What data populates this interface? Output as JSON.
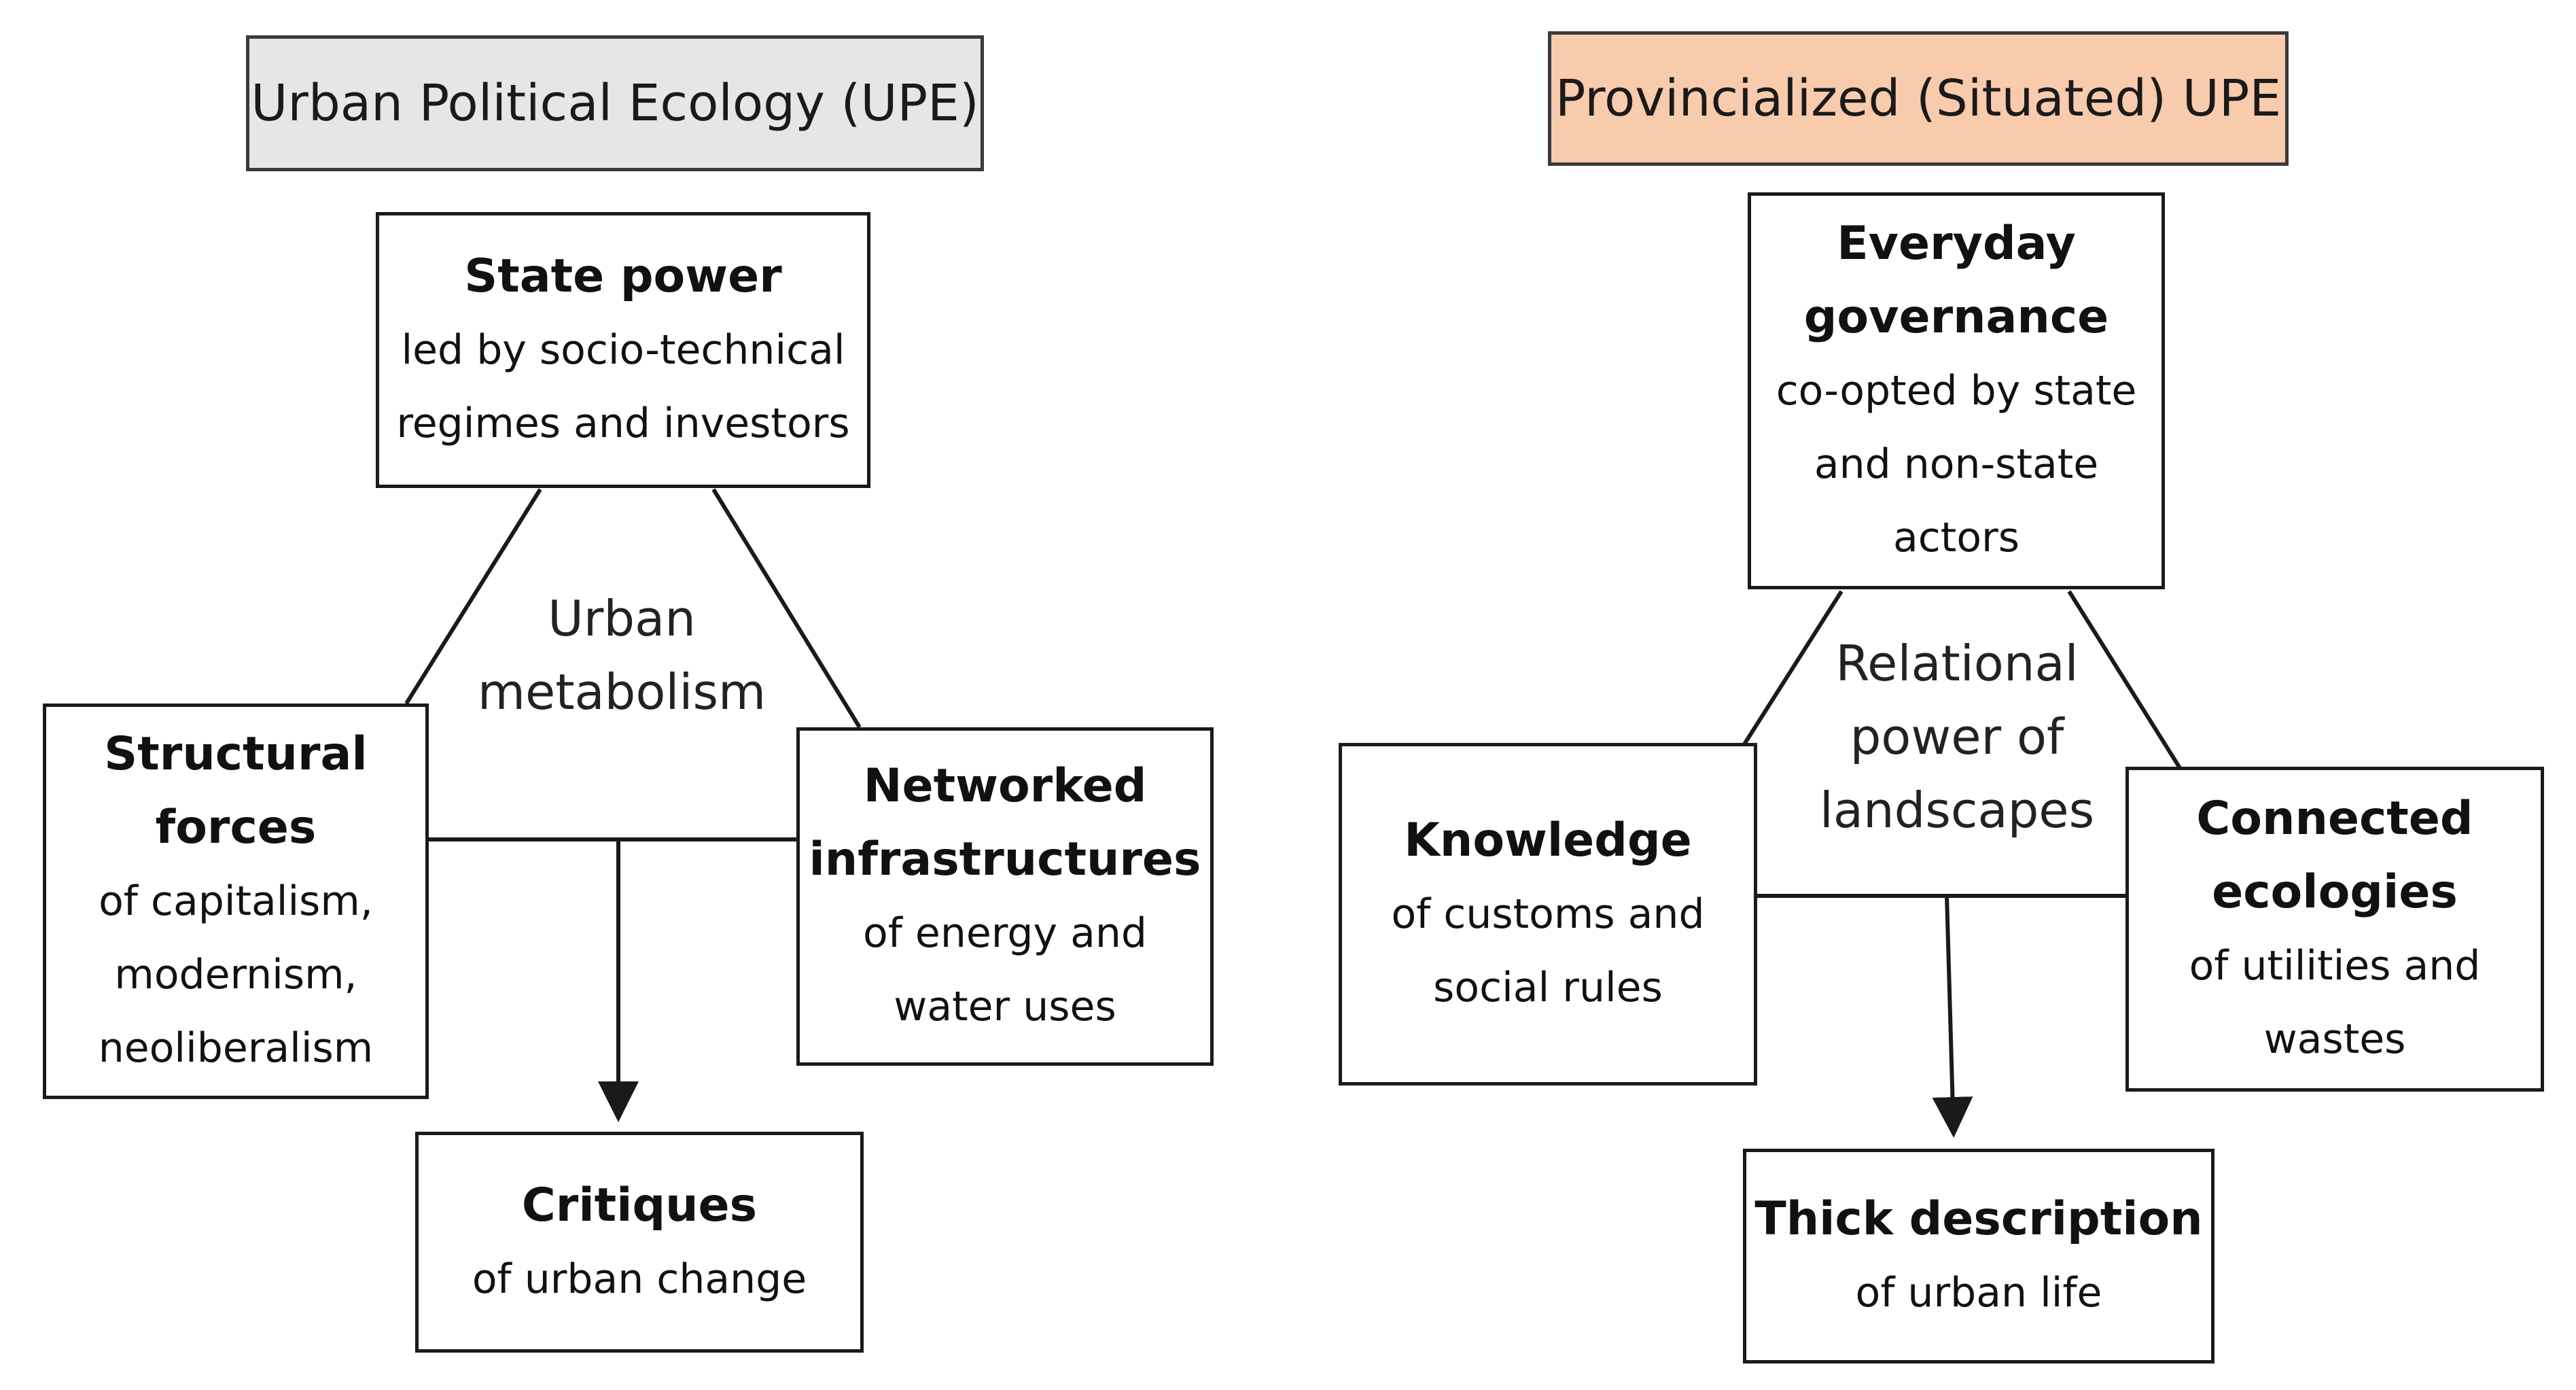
{
  "left": {
    "title": "Urban Political Ecology (UPE)",
    "center_label": [
      "Urban",
      "metabolism"
    ],
    "top": {
      "heading": "State power",
      "lines": [
        "led by socio-technical",
        "regimes and investors"
      ]
    },
    "left": {
      "heading_lines": [
        "Structural",
        "forces"
      ],
      "lines": [
        "of capitalism,",
        "modernism,",
        "neoliberalism"
      ]
    },
    "right": {
      "heading_lines": [
        "Networked",
        "infrastructures"
      ],
      "lines": [
        "of energy and",
        "water uses"
      ]
    },
    "bottom": {
      "heading": "Critiques",
      "lines": [
        "of urban change"
      ]
    }
  },
  "right": {
    "title": "Provincialized (Situated) UPE",
    "center_label": [
      "Relational",
      "power of",
      "landscapes"
    ],
    "top": {
      "heading_lines": [
        "Everyday",
        "governance"
      ],
      "lines": [
        "co-opted by state",
        "and non-state",
        "actors"
      ]
    },
    "left": {
      "heading": "Knowledge",
      "lines": [
        "of customs and",
        "social rules"
      ]
    },
    "right": {
      "heading_lines": [
        "Connected",
        "ecologies"
      ],
      "lines": [
        "of utilities and",
        "wastes"
      ]
    },
    "bottom": {
      "heading": "Thick description",
      "lines": [
        "of urban life"
      ]
    }
  },
  "colors": {
    "left_title_fill": "#e6e6e6",
    "right_title_fill": "#f8cbad",
    "line": "#1a1a1a"
  }
}
